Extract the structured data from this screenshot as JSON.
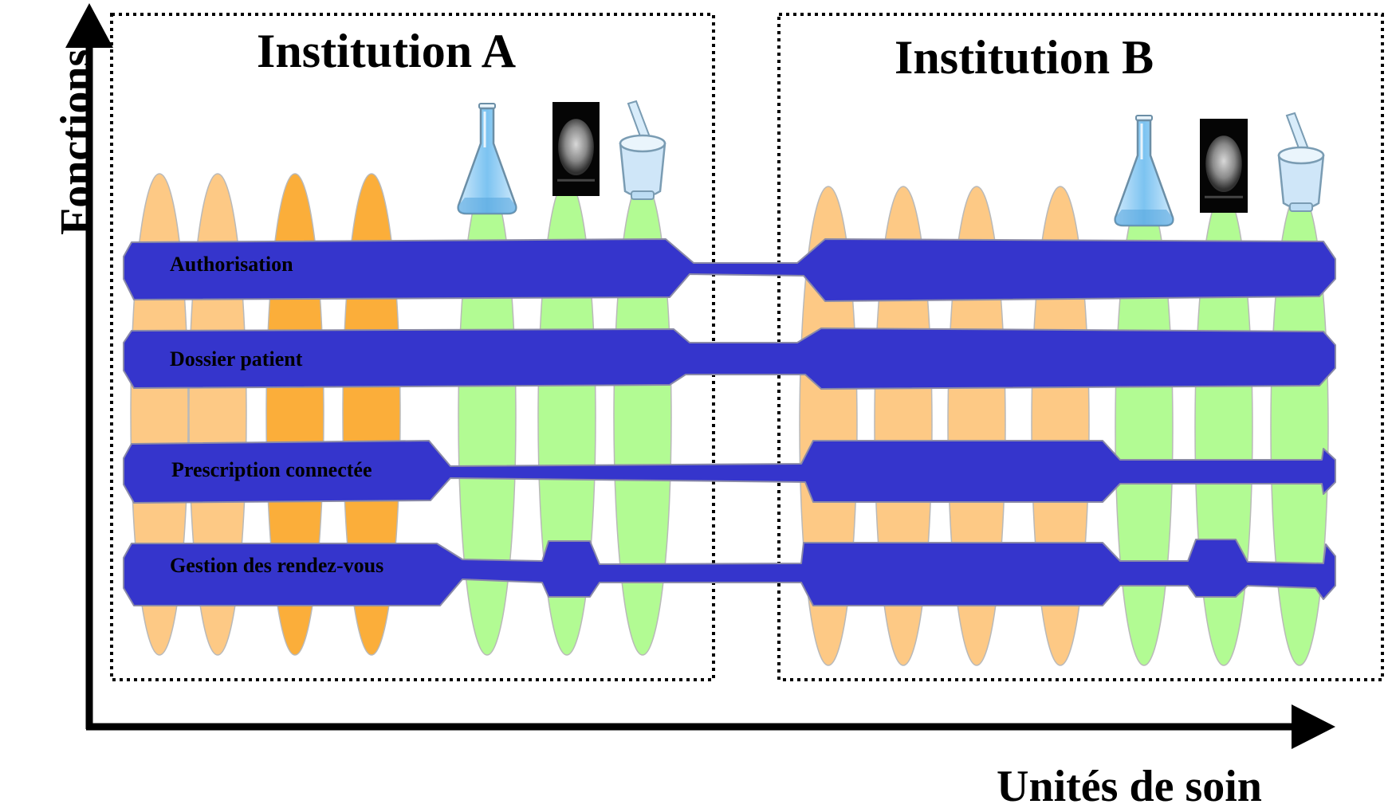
{
  "institutions": [
    {
      "name": "Institution A"
    },
    {
      "name": "Institution B"
    }
  ],
  "axes": {
    "y_label": "Fonctions",
    "x_label": "Unités de soin"
  },
  "functions": [
    {
      "label": "Authorisation"
    },
    {
      "label": "Dossier patient"
    },
    {
      "label": "Prescription connectée"
    },
    {
      "label": "Gestion des rendez-vous"
    }
  ],
  "unit_icons": [
    "flask-icon",
    "scanner-image-icon",
    "mortar-pestle-icon"
  ],
  "colors": {
    "band": "#3535cc",
    "unit_orange": "#fdc985",
    "unit_orange_dark": "#fbae3a",
    "unit_green": "#b2fb93",
    "axis": "#000000"
  }
}
